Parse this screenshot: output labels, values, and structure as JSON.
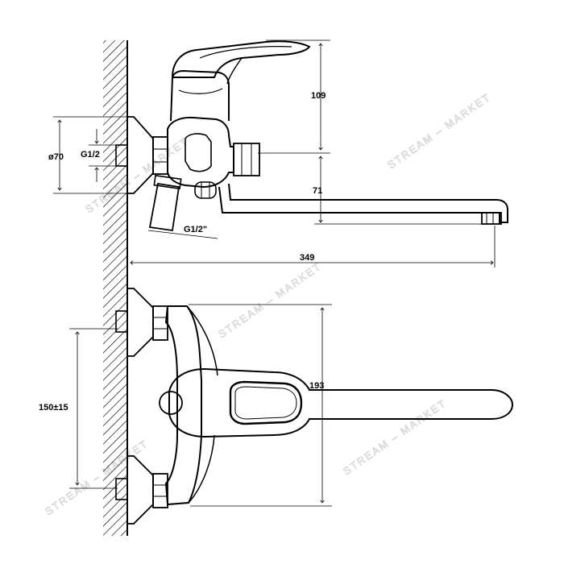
{
  "dimensions": {
    "height_top": "109",
    "flange_diameter": "ø70",
    "inlet_thread": "G1/2",
    "spout_height": "71",
    "shower_thread": "G1/2\"",
    "spout_length": "349",
    "center_distance": "150±15",
    "front_height": "193"
  },
  "watermark": "STREAM – MARKET",
  "colors": {
    "line": "#000000",
    "watermark": "#d6d6d6",
    "background": "#ffffff"
  }
}
